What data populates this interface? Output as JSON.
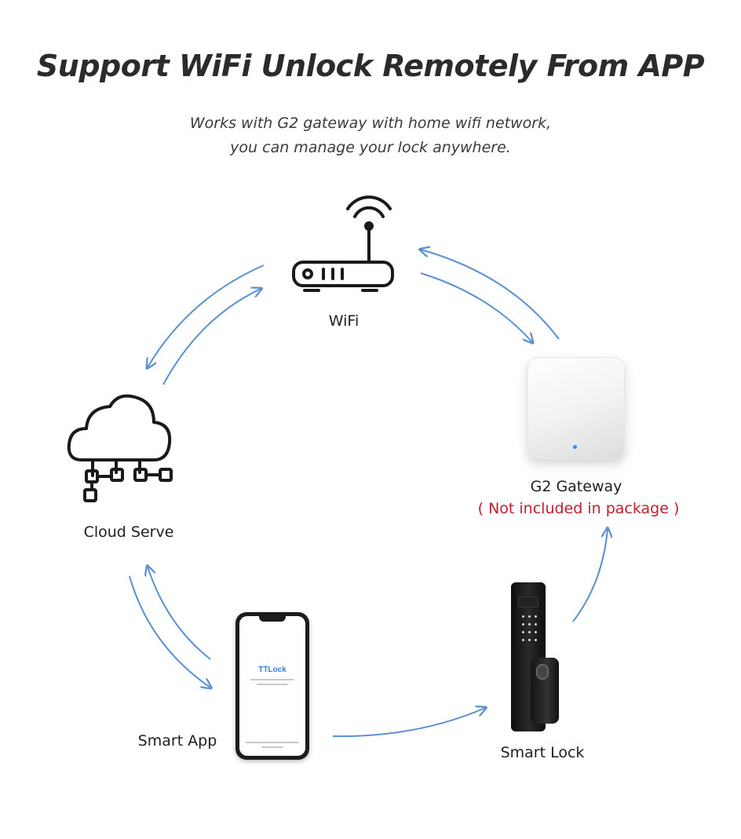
{
  "header": {
    "title": "Support WiFi Unlock Remotely From APP",
    "subtitle_line1": "Works with G2 gateway with home wifi network,",
    "subtitle_line2": "you can manage your lock anywhere."
  },
  "nodes": {
    "wifi": {
      "label": "WiFi",
      "icon": "router-icon"
    },
    "gateway": {
      "label": "G2 Gateway",
      "note": "( Not included in package )",
      "icon": "gateway-device"
    },
    "cloud": {
      "label": "Cloud Serve",
      "icon": "cloud-network-icon"
    },
    "app": {
      "label": "Smart App",
      "icon": "smartphone",
      "app_name": "TTLock"
    },
    "lock": {
      "label": "Smart Lock",
      "icon": "smart-lock-device"
    }
  },
  "colors": {
    "arrow": "#5b8fd0",
    "note": "#c0202b",
    "title": "#2b2b2b"
  }
}
